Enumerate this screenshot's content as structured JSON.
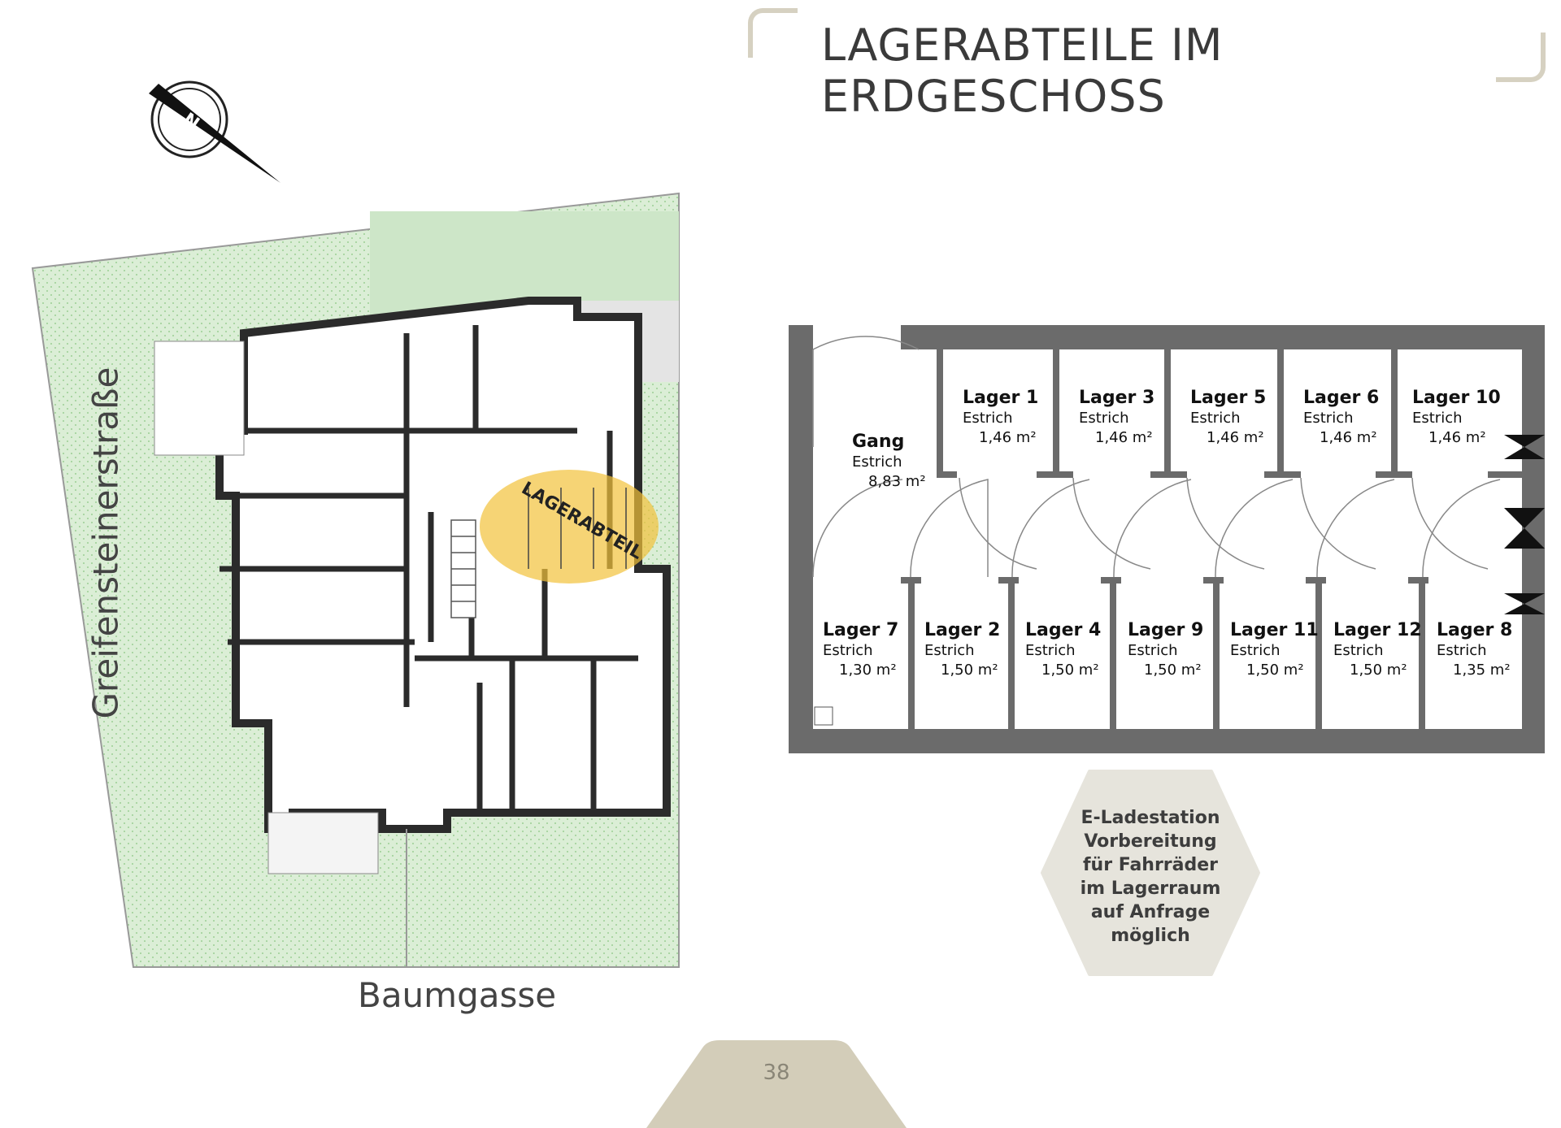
{
  "page": {
    "title": "LAGERABTEILE IM ERDGESCHOSS",
    "page_number": "38"
  },
  "site_plan": {
    "street_left": "Greifensteinerstraße",
    "street_bottom": "Baumgasse",
    "highlight_label": "LAGERABTEIL",
    "compass_letter": "N",
    "colors": {
      "garden": "#dbeed6",
      "highlight": "#f2c23a",
      "walls": "#2b2b2b"
    }
  },
  "floor_plan": {
    "colors": {
      "wall": "#6b6b6b",
      "cross": "#111111"
    },
    "gang": {
      "name": "Gang",
      "floor": "Estrich",
      "area": "8,83 m²"
    },
    "top_rooms": [
      {
        "name": "Lager 1",
        "floor": "Estrich",
        "area": "1,46 m²"
      },
      {
        "name": "Lager 3",
        "floor": "Estrich",
        "area": "1,46 m²"
      },
      {
        "name": "Lager 5",
        "floor": "Estrich",
        "area": "1,46 m²"
      },
      {
        "name": "Lager 6",
        "floor": "Estrich",
        "area": "1,46 m²"
      },
      {
        "name": "Lager 10",
        "floor": "Estrich",
        "area": "1,46 m²"
      }
    ],
    "bottom_rooms": [
      {
        "name": "Lager 7",
        "floor": "Estrich",
        "area": "1,30 m²"
      },
      {
        "name": "Lager 2",
        "floor": "Estrich",
        "area": "1,50 m²"
      },
      {
        "name": "Lager 4",
        "floor": "Estrich",
        "area": "1,50 m²"
      },
      {
        "name": "Lager 9",
        "floor": "Estrich",
        "area": "1,50 m²"
      },
      {
        "name": "Lager 11",
        "floor": "Estrich",
        "area": "1,50 m²"
      },
      {
        "name": "Lager 12",
        "floor": "Estrich",
        "area": "1,50 m²"
      },
      {
        "name": "Lager 8",
        "floor": "Estrich",
        "area": "1,35 m²"
      }
    ]
  },
  "info_badge": {
    "lines": [
      "E-Ladestation",
      "Vorbereitung",
      "für Fahrräder",
      "im Lagerraum",
      "auf Anfrage",
      "möglich"
    ],
    "color": "#e6e4dc"
  }
}
